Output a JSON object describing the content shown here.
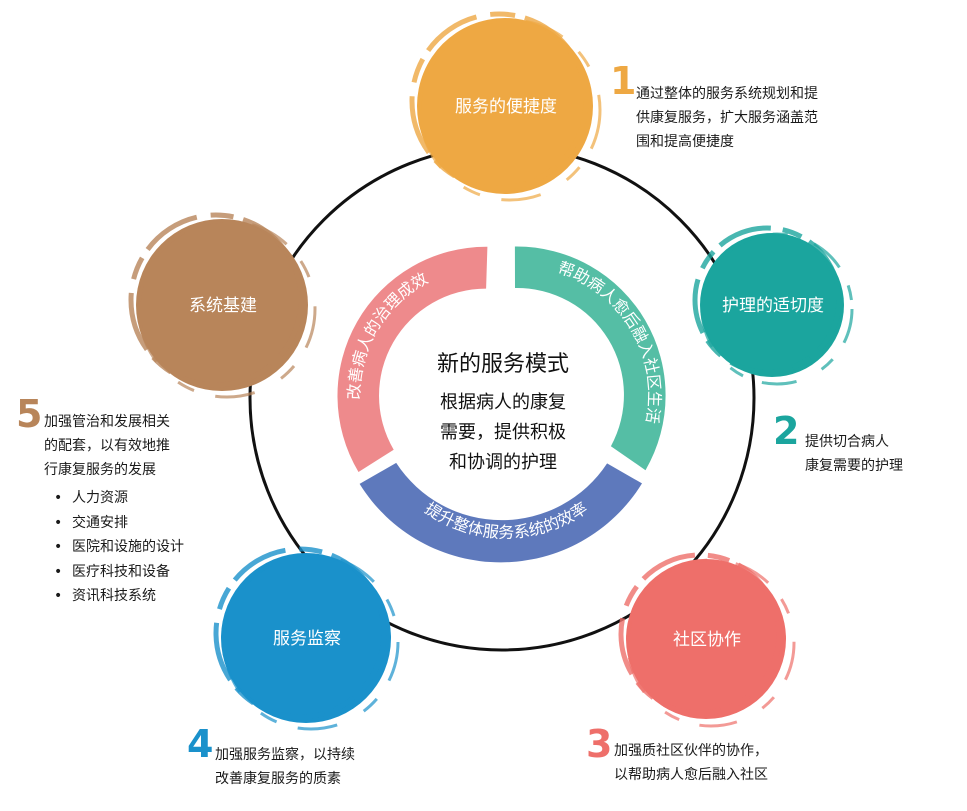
{
  "center": {
    "title": "新的服务模式",
    "lines": [
      "根据病人的康复",
      "需要，提供积极",
      "和协调的护理"
    ]
  },
  "ring": {
    "left": "改善病人的治理成效",
    "right": "帮助病人愈后融入社区生活",
    "bottom": "提升整体服务系统的效率"
  },
  "nodes": [
    {
      "number": "1",
      "label": "服务的便捷度",
      "description": [
        "通过整体的服务系统规划和提",
        "供康复服务，扩大服务涵盖范",
        "围和提高便捷度"
      ],
      "color": "#EEA843"
    },
    {
      "number": "2",
      "label": "护理的适切度",
      "description": [
        "提供切合病人",
        "康复需要的护理"
      ],
      "color": "#1BA59E"
    },
    {
      "number": "3",
      "label": "社区协作",
      "description": [
        "加强质社区伙伴的协作，",
        "以帮助病人愈后融入社区"
      ],
      "color": "#EE6F6A"
    },
    {
      "number": "4",
      "label": "服务监察",
      "description": [
        "加强服务监察，以持续",
        "改善康复服务的质素"
      ],
      "color": "#1A91CB"
    },
    {
      "number": "5",
      "label": "系统基建",
      "description": [
        "加强管治和发展相关",
        "的配套，以有效地推",
        "行康复服务的发展"
      ],
      "bullets": [
        "人力资源",
        "交通安排",
        "医院和设施的设计",
        "医疗科技和设备",
        "资讯科技系统"
      ],
      "color": "#B8855A"
    }
  ],
  "colors": {
    "ring_left": "#EE8A8C",
    "ring_right": "#55BEA5",
    "ring_bottom": "#5E79BC",
    "orbit": "#111111"
  }
}
